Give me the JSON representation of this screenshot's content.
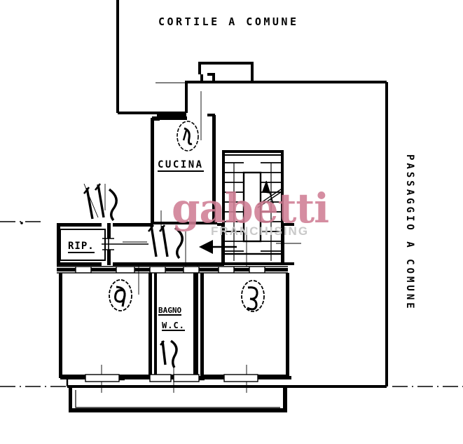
{
  "document": {
    "kind": "architectural-floor-plan",
    "title": "Planimetria appartamento"
  },
  "labels": {
    "cortile": "CORTILE A COMUNE",
    "passaggio": "PASSAGGIO A COMUNE",
    "cucina": "CUCINA",
    "rip": "RIP.",
    "bagno": "BAGNO",
    "wc": "W.C."
  },
  "watermark": {
    "word": "gabetti",
    "subtitle": "FRANCHISING",
    "color": "#d07e95",
    "subtitle_color": "#c9c9c9"
  },
  "annotations": {
    "entrance_arrow": "entrance-direction-arrow",
    "circled_marks": [
      {
        "room": "cucina",
        "mark": "circled-handwritten-initial"
      },
      {
        "room": "camera-sinistra",
        "mark": "circled-handwritten-initial"
      },
      {
        "room": "camera-destra",
        "mark": "circled-handwritten-initial"
      },
      {
        "room": "bagno",
        "mark": "handwritten-initial"
      },
      {
        "room": "corridoio",
        "mark": "handwritten-initial"
      },
      {
        "room": "ingresso-esterno",
        "mark": "handwritten-initial"
      }
    ]
  },
  "rooms": [
    {
      "name": "CUCINA",
      "id": "room-cucina"
    },
    {
      "name": "RIP.",
      "id": "room-rip"
    },
    {
      "name": "BAGNO / W.C.",
      "id": "room-bagno"
    },
    {
      "name": "",
      "id": "room-camera-sinistra"
    },
    {
      "name": "",
      "id": "room-camera-destra"
    },
    {
      "name": "",
      "id": "room-corridoio"
    },
    {
      "name": "",
      "id": "room-scala"
    },
    {
      "name": "",
      "id": "room-balcone"
    }
  ],
  "colors": {
    "ink": "#000000",
    "paper": "#ffffff",
    "watermark_pink": "#d07e95",
    "watermark_grey": "#c9c9c9"
  }
}
